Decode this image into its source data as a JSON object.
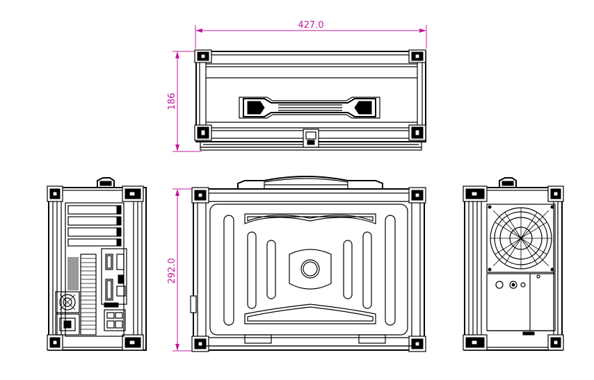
{
  "dimensions": {
    "width": "427.0",
    "height": "186",
    "depth": "292.0"
  },
  "colors": {
    "dimension": "#c2189d",
    "line": "#000000",
    "background": "#ffffff"
  }
}
